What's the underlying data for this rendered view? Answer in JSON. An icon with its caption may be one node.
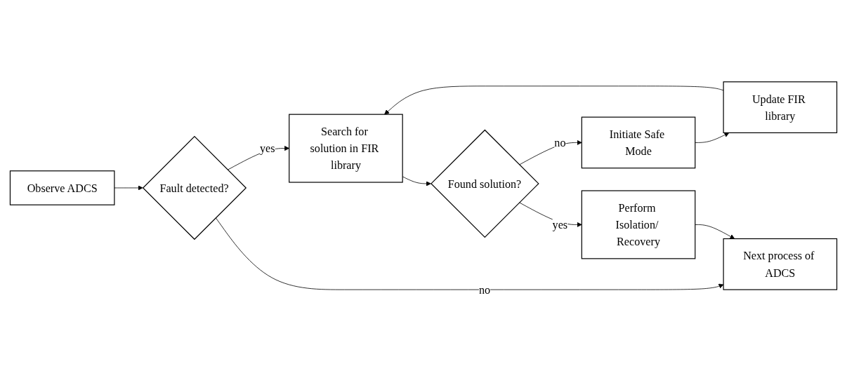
{
  "diagram": {
    "nodes": [
      {
        "text": [
          "Observe ADCS"
        ]
      },
      {
        "text": [
          "Fault detected?"
        ]
      },
      {
        "text": [
          "Search for solution in FIR library"
        ]
      },
      {
        "text": [
          "Update FIR library"
        ]
      },
      {
        "text": [
          "Found solution?"
        ]
      },
      {
        "text": [
          "Initiate Safe Mode"
        ]
      },
      {
        "text": [
          "Next process of ADCS"
        ]
      },
      {
        "text": [
          "Perform Isolation/ Recovery"
        ]
      }
    ],
    "edges": [
      {
        "from": 0,
        "to": 1,
        "arrow": "to"
      },
      {
        "from": 1,
        "to": 2,
        "arrow": "to",
        "label": "yes"
      },
      {
        "from": 1,
        "to": 6,
        "arrow": "to",
        "label": "no"
      },
      {
        "from": 3,
        "to": 2,
        "arrow": "to"
      },
      {
        "from": 2,
        "to": 4,
        "arrow": "to"
      },
      {
        "from": 4,
        "to": 5,
        "arrow": "to",
        "label": "no"
      },
      {
        "from": 5,
        "to": 3,
        "arrow": "to"
      },
      {
        "from": 4,
        "to": 7,
        "arrow": "to",
        "label": "yes"
      },
      {
        "from": 7,
        "to": 6,
        "arrow": "to"
      }
    ]
  }
}
